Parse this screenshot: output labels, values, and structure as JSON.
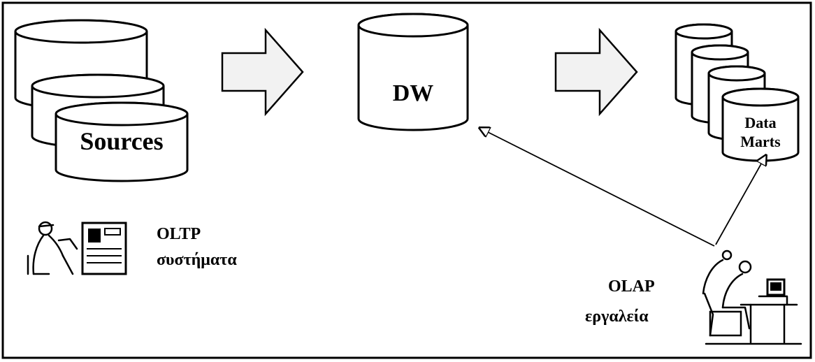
{
  "diagram": {
    "sources_label": "Sources",
    "dw_label": "DW",
    "datamarts_label_line1": "Data",
    "datamarts_label_line2": "Marts",
    "oltp_title": "OLTP",
    "oltp_subtitle": "συστήματα",
    "olap_title": "OLAP",
    "olap_subtitle": "εργαλεία"
  },
  "colors": {
    "stroke": "#000000",
    "background": "#ffffff",
    "arrow_fill": "#f2f2f2"
  },
  "icons": {
    "oltp": "worker-at-computer-cabinet-icon",
    "olap": "analyst-at-desk-icon"
  }
}
